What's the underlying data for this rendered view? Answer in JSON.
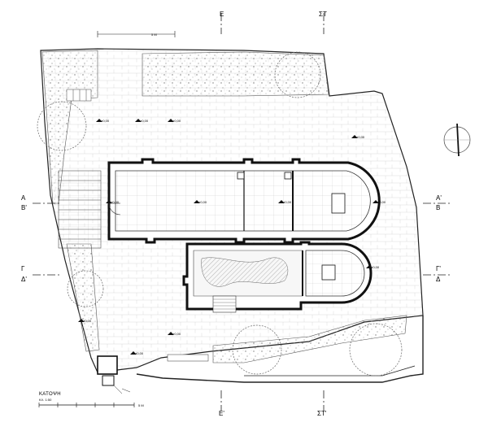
{
  "drawing": {
    "title": "ΚΑΤΟΨΗ",
    "scale_note": "ΚΛ. 1:50",
    "scale_bar_label": "5 M",
    "top_dim_label": "5 M"
  },
  "section_marks": {
    "E_top": "Ε",
    "ST_top": "ΣΤ",
    "E_bottom": "Ε'",
    "ST_bottom": "ΣΤ'",
    "A_left": "Α",
    "B_left": "Β'",
    "A_right": "Α'",
    "B_right": "Β",
    "G_left": "Γ",
    "D_left": "Δ'",
    "G_right": "Γ'",
    "D_right": "Δ"
  },
  "elevations": [
    "+0,00",
    "+0,00",
    "+0,00",
    "+0,00",
    "+0,00",
    "+0,00",
    "+0,00",
    "+0,00",
    "+0,00",
    "+0,00",
    "+0,00",
    "+0,00"
  ],
  "colors": {
    "line": "#222222",
    "hatch": "#888888",
    "fill_light": "#f4f4f4"
  }
}
